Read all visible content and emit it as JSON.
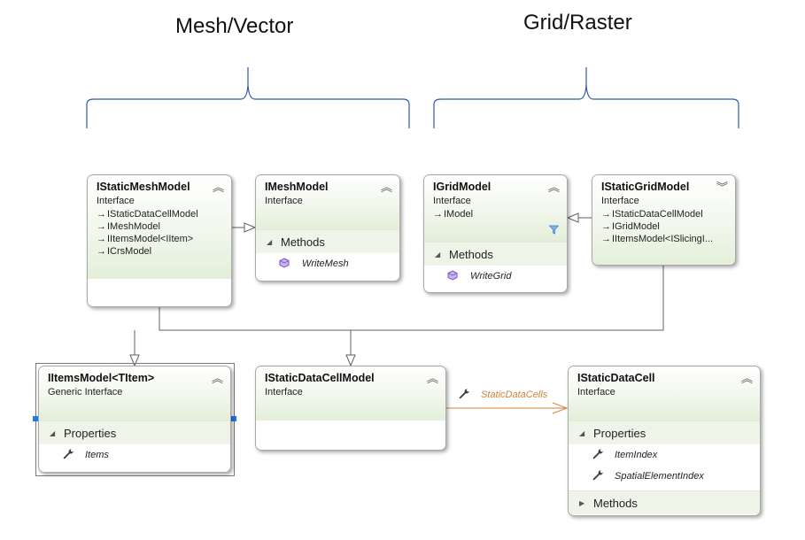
{
  "headings": {
    "left": "Mesh/Vector",
    "right": "Grid/Raster"
  },
  "colors": {
    "bracket": "#2e5aa8",
    "association": "#d0823c",
    "connector": "#606060"
  },
  "icons": {
    "expanded": "chevron-up-icon",
    "collapsed": "chevron-down-icon",
    "inherits": "inherits-arrow-icon",
    "method": "method-cube-icon",
    "property": "wrench-icon",
    "filter": "filter-icon"
  },
  "boxes": {
    "static_mesh_model": {
      "title": "IStaticMeshModel",
      "stereotype": "Interface",
      "inherits": [
        "IStaticDataCellModel",
        "IMeshModel",
        "IItemsModel<IItem>",
        "ICrsModel"
      ]
    },
    "mesh_model": {
      "title": "IMeshModel",
      "stereotype": "Interface",
      "section_methods": "Methods",
      "methods": [
        "WriteMesh"
      ]
    },
    "grid_model": {
      "title": "IGridModel",
      "stereotype": "Interface",
      "inherits": [
        "IModel"
      ],
      "section_methods": "Methods",
      "methods": [
        "WriteGrid"
      ]
    },
    "static_grid_model": {
      "title": "IStaticGridModel",
      "stereotype": "Interface",
      "inherits": [
        "IStaticDataCellModel",
        "IGridModel",
        "IItemsModel<ISlicingI..."
      ]
    },
    "items_model": {
      "title": "IItemsModel<TItem>",
      "stereotype": "Generic Interface",
      "section_properties": "Properties",
      "properties": [
        "Items"
      ]
    },
    "static_data_cell_model": {
      "title": "IStaticDataCellModel",
      "stereotype": "Interface"
    },
    "static_data_cell": {
      "title": "IStaticDataCell",
      "stereotype": "Interface",
      "section_properties": "Properties",
      "properties": [
        "ItemIndex",
        "SpatialElementIndex"
      ],
      "section_methods": "Methods"
    }
  },
  "association": {
    "label": "StaticDataCells"
  }
}
